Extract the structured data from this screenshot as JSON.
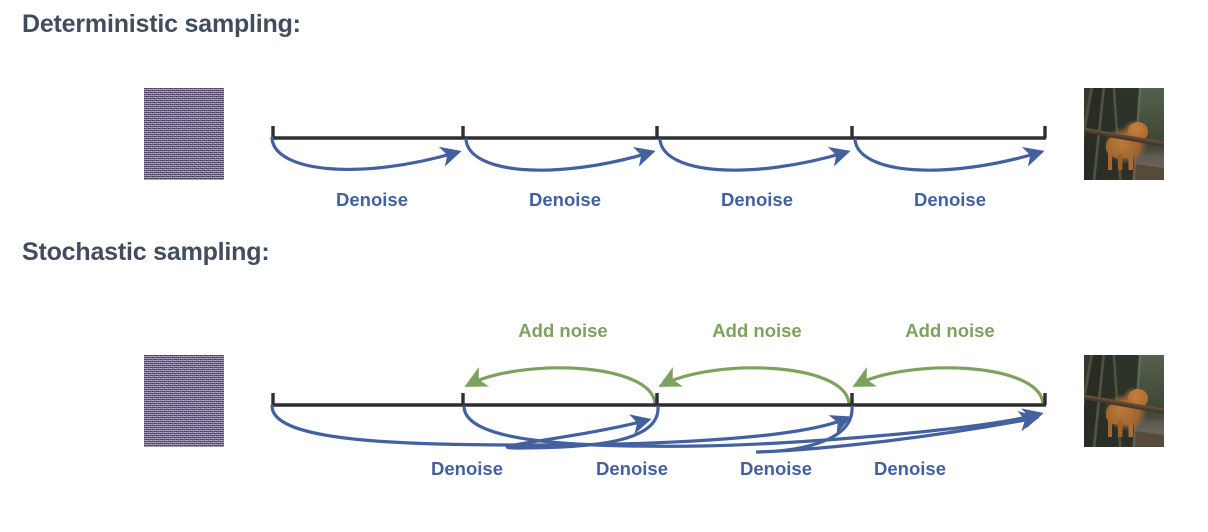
{
  "palette": {
    "heading": "#414C5C",
    "denoise_blue": "#42619E",
    "addnoise_green": "#7DA25E",
    "axis_black": "#2F2F2F",
    "background": "#FFFFFF"
  },
  "sections": [
    {
      "id": "deterministic",
      "heading": "Deterministic sampling:",
      "start_thumbnail": "noise-image",
      "end_thumbnail": "dog-photo",
      "tick_count": 5,
      "denoise_labels": [
        "Denoise",
        "Denoise",
        "Denoise",
        "Denoise"
      ],
      "add_noise_labels": []
    },
    {
      "id": "stochastic",
      "heading": "Stochastic sampling:",
      "start_thumbnail": "noise-image",
      "end_thumbnail": "dog-photo",
      "tick_count": 5,
      "denoise_labels": [
        "Denoise",
        "Denoise",
        "Denoise",
        "Denoise"
      ],
      "add_noise_labels": [
        "Add noise",
        "Add noise",
        "Add noise"
      ]
    }
  ],
  "labels": {
    "det_denoise_1": "Denoise",
    "det_denoise_2": "Denoise",
    "det_denoise_3": "Denoise",
    "det_denoise_4": "Denoise",
    "sto_addnoise_1": "Add noise",
    "sto_addnoise_2": "Add noise",
    "sto_addnoise_3": "Add noise",
    "sto_denoise_1": "Denoise",
    "sto_denoise_2": "Denoise",
    "sto_denoise_3": "Denoise",
    "sto_denoise_4": "Denoise"
  },
  "headings": {
    "deterministic": "Deterministic sampling:",
    "stochastic": "Stochastic sampling:"
  }
}
